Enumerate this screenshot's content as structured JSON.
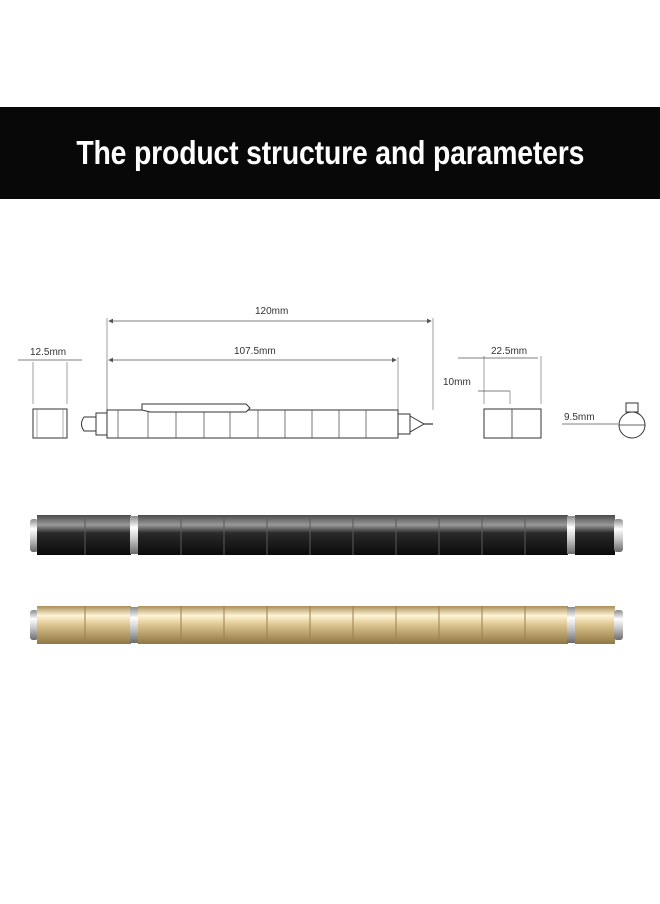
{
  "title": "The product structure and parameters",
  "dimensions": {
    "total_length": "120mm",
    "body_length": "107.5mm",
    "cap_length": "12.5mm",
    "end_length": "22.5mm",
    "segment_length": "10mm",
    "diameter": "9.5mm"
  },
  "variants": [
    {
      "name": "black",
      "color": "#1b1b1b"
    },
    {
      "name": "gold",
      "color": "#d8c08c"
    }
  ]
}
